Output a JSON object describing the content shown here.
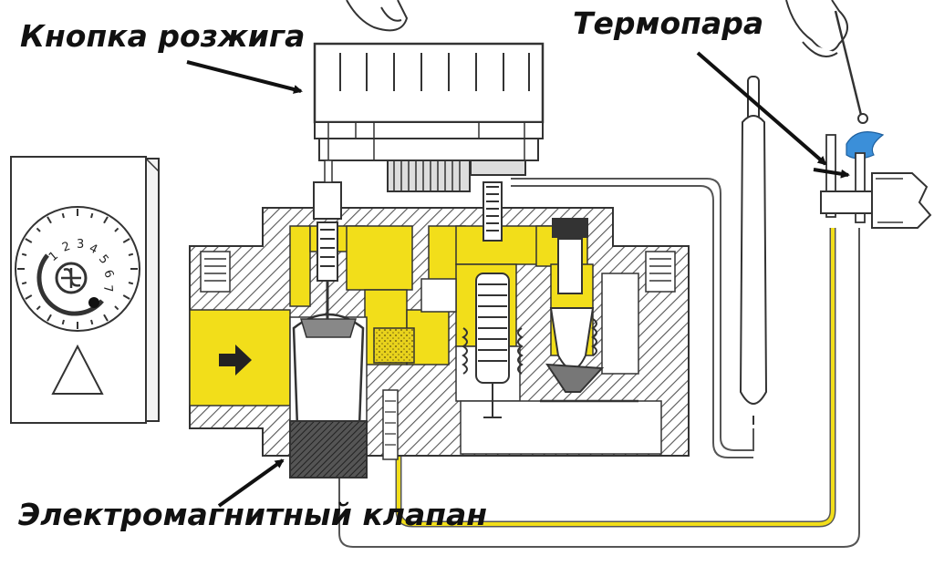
{
  "labels": {
    "ignition_button": "Кнопка розжига",
    "thermocouple": "Термопара",
    "solenoid_valve": "Электромагнитный клапан"
  },
  "dial": {
    "numbers": [
      "1",
      "2",
      "3",
      "4",
      "5",
      "6",
      "7"
    ]
  },
  "colors": {
    "gas_yellow": "#f2de1a",
    "outline": "#333333",
    "hatch": "#555555",
    "flame_blue": "#3b8fd9",
    "label_text": "#111111"
  }
}
